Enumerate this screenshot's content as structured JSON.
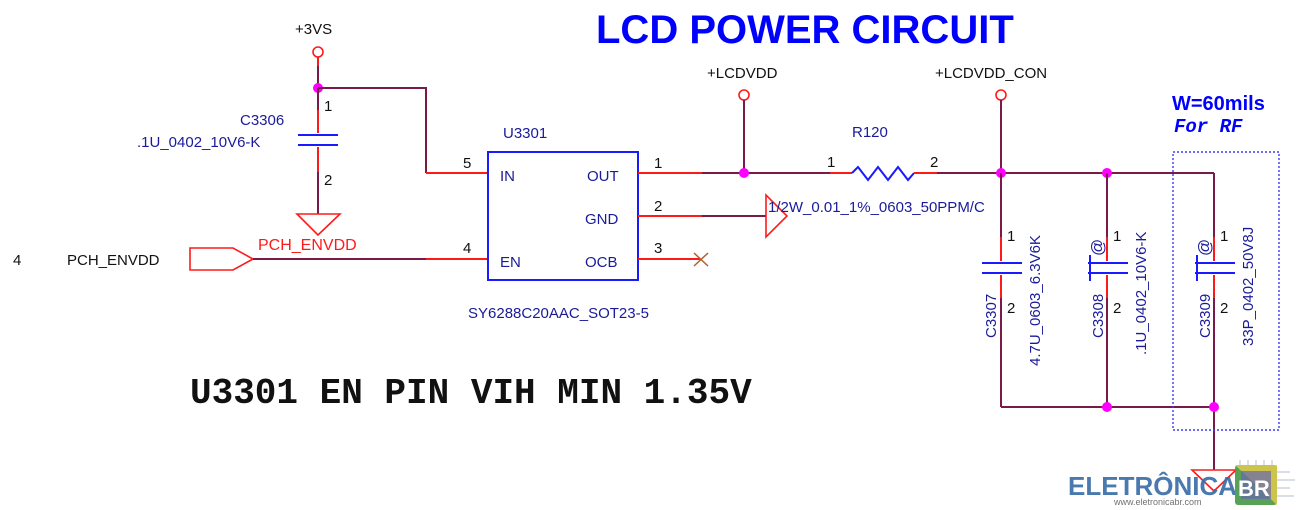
{
  "title": "LCD POWER CIRCUIT",
  "note": "U3301 EN PIN VIH MIN 1.35V",
  "power_rails": {
    "v3vs": "+3VS",
    "lcdvdd": "+LCDVDD",
    "lcdvdd_con": "+LCDVDD_CON"
  },
  "offpage": {
    "page": "4",
    "name": "PCH_ENVDD",
    "net_label": "PCH_ENVDD"
  },
  "ic": {
    "ref": "U3301",
    "part": "SY6288C20AAC_SOT23-5",
    "pins": [
      {
        "num": "5",
        "name": "IN"
      },
      {
        "num": "4",
        "name": "EN"
      },
      {
        "num": "1",
        "name": "OUT"
      },
      {
        "num": "2",
        "name": "GND"
      },
      {
        "num": "3",
        "name": "OCB"
      }
    ]
  },
  "c3306": {
    "ref": "C3306",
    "value": ".1U_0402_10V6-K",
    "pin1": "1",
    "pin2": "2"
  },
  "r120": {
    "ref": "R120",
    "value": "1/2W_0.01_1%_0603_50PPM/C",
    "pin1": "1",
    "pin2": "2"
  },
  "c3307": {
    "ref": "C3307",
    "value": "4.7U_0603_6.3V6K",
    "pin1": "1",
    "pin2": "2",
    "mark": ""
  },
  "c3308": {
    "ref": "C3308",
    "value": ".1U_0402_10V6-K",
    "pin1": "1",
    "pin2": "2",
    "mark": "@"
  },
  "c3309": {
    "ref": "C3309",
    "value": "33P_0402_50V8J",
    "pin1": "1",
    "pin2": "2",
    "mark": "@"
  },
  "rf_note": {
    "width": "W=60mils",
    "purpose": "For RF"
  },
  "watermark": {
    "brand": "ELETRÔNICA",
    "suffix": "BR",
    "url": "www.eletronicabr.com"
  },
  "colors": {
    "wire": "#7a1a4a",
    "pin": "#ff1a1a",
    "component": "#1a1aff",
    "junction": "#ff00ff",
    "title": "#0000ff"
  }
}
